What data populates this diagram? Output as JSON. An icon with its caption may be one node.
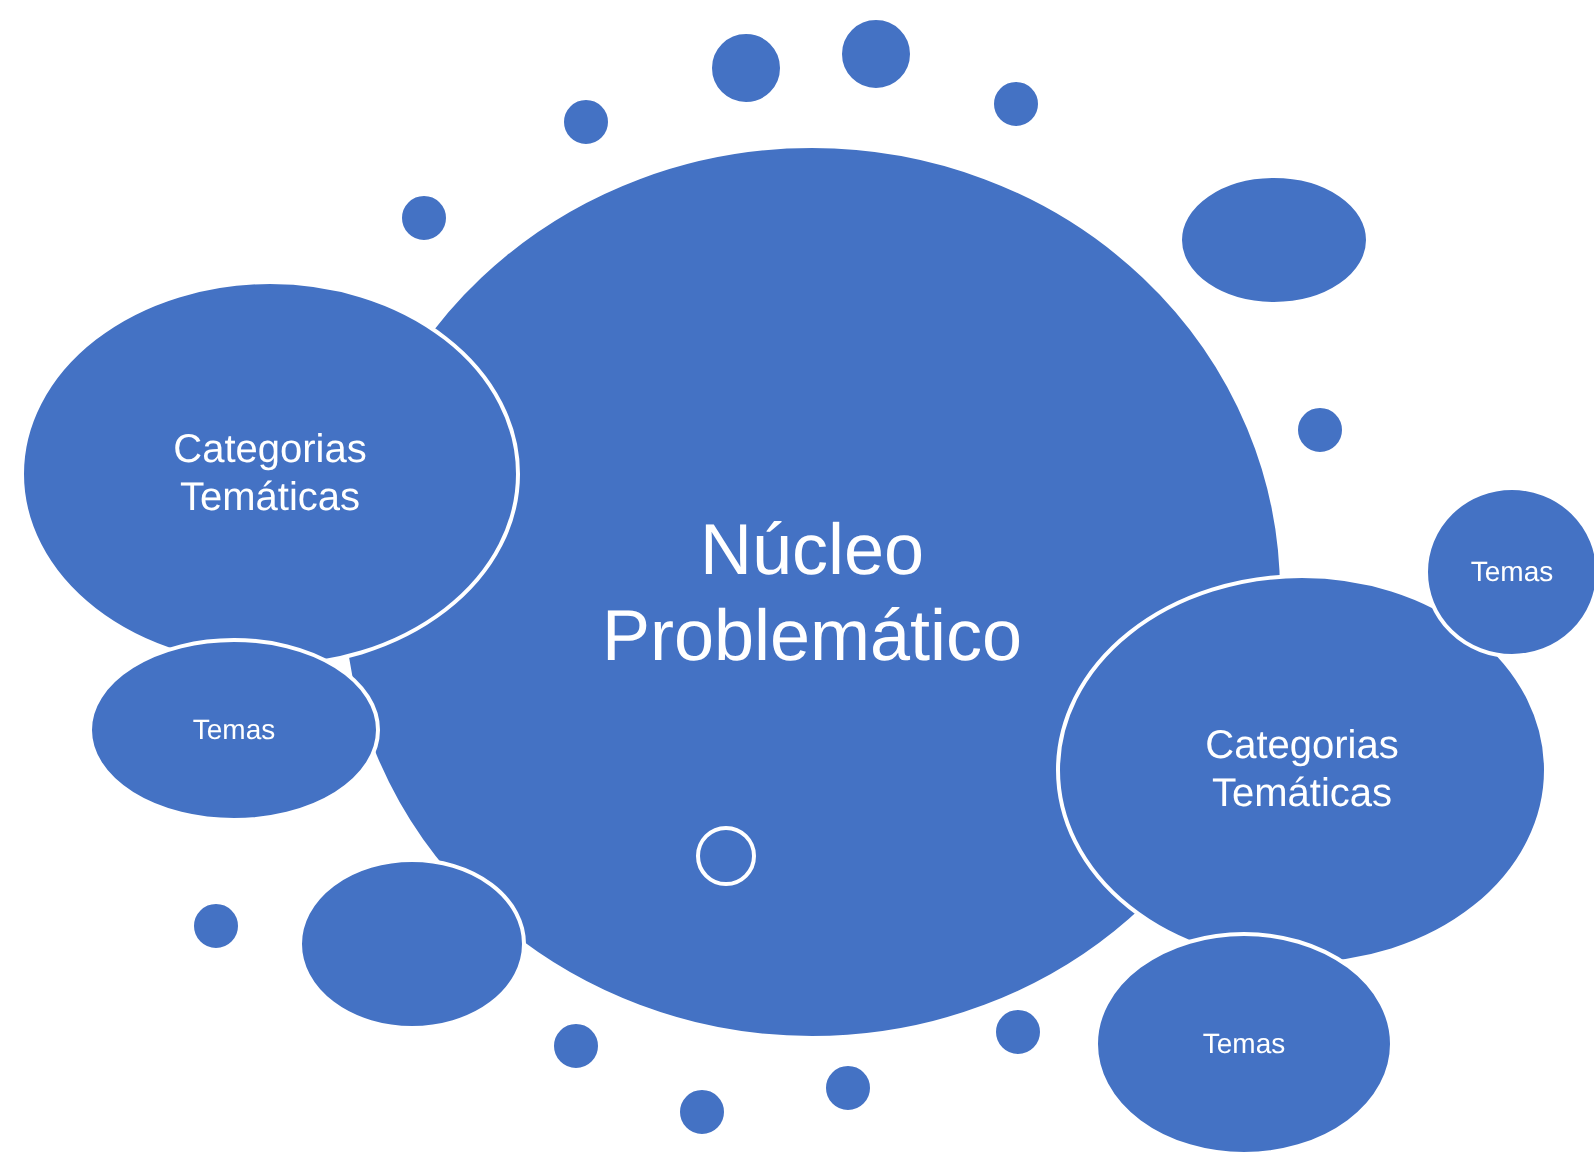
{
  "diagram": {
    "nodes": [
      {
        "text": [
          "Núcleo Problemático"
        ]
      },
      {
        "text": [
          "Categorias Temáticas"
        ]
      },
      {
        "text": [
          "Temas"
        ]
      },
      {
        "text": [
          "Categorias Temáticas"
        ]
      },
      {
        "text": [
          "Temas"
        ]
      },
      {
        "text": [
          "Temas"
        ]
      },
      {
        "text": [],
        "shape": "circle"
      },
      {
        "text": [],
        "shape": "circle"
      },
      {
        "text": [],
        "shape": "circle"
      },
      {
        "text": [],
        "shape": "circle"
      },
      {
        "text": [],
        "shape": "circle"
      },
      {
        "text": [],
        "shape": "circle"
      },
      {
        "text": [],
        "shape": "circle"
      },
      {
        "text": [],
        "shape": "circle",
        "in": 0
      },
      {
        "text": [],
        "shape": "circle"
      },
      {
        "text": [],
        "shape": "circle"
      },
      {
        "text": [],
        "shape": "circle"
      },
      {
        "text": [],
        "shape": "circle"
      },
      {
        "text": [],
        "shape": "circle"
      },
      {
        "text": [],
        "shape": "circle"
      }
    ],
    "edges": []
  }
}
